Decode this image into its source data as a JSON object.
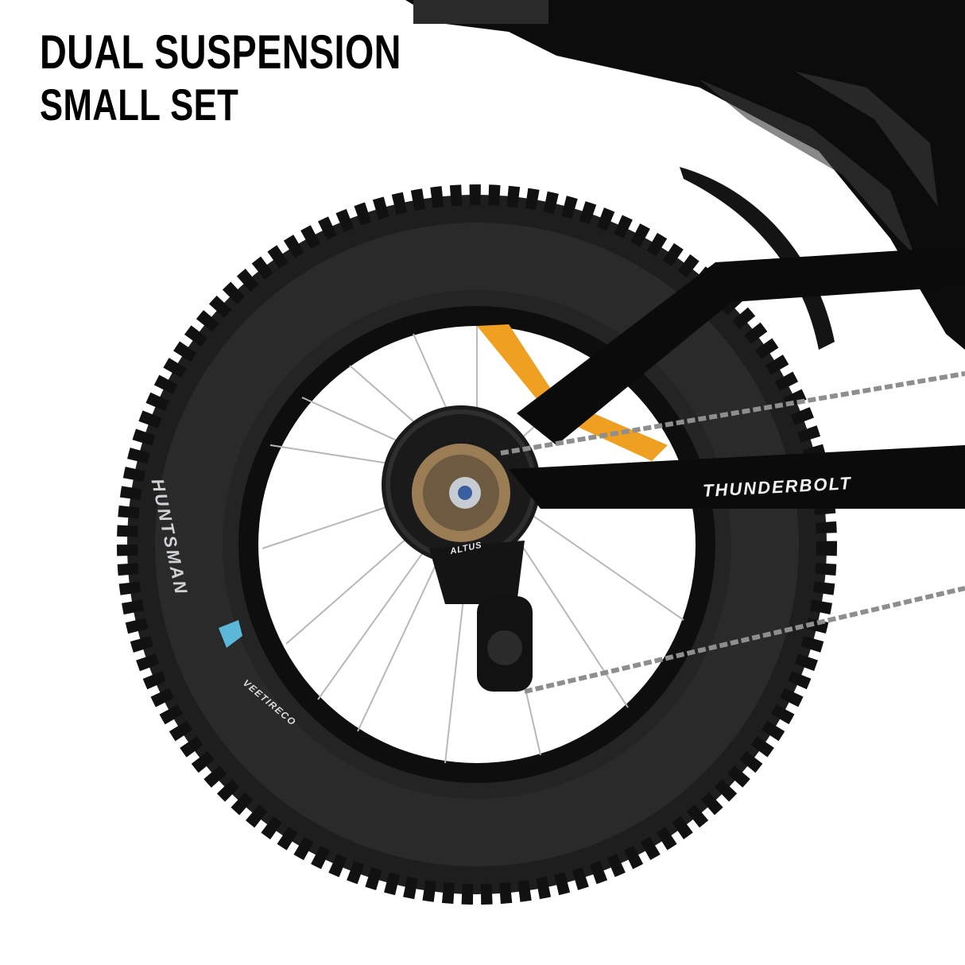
{
  "headline": {
    "line1": "DUAL SUSPENSION",
    "line2": "SMALL SET"
  },
  "photo": {
    "subject": "fat-tire e-bike rear wheel with derailleur and chain",
    "frame_label": "THUNDERBOLT",
    "tire_brand": "HUNTSMAN",
    "tire_maker": "VEETIRECO",
    "derailleur_label": "ALTUS",
    "colors": {
      "background": "#ffffff",
      "frame": "#0b0b0b",
      "tire": "#1f1f1f",
      "reflector": "#f0a020",
      "tire_logo": "#5bb8d8",
      "cassette": "#9a7d55"
    }
  }
}
